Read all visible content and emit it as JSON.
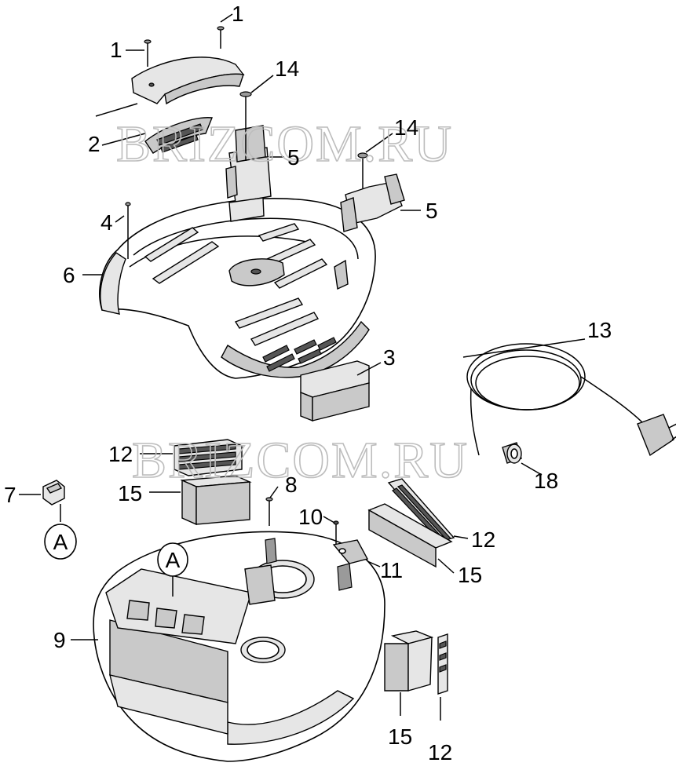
{
  "watermarks": [
    "BRIZCOM.RU",
    "BRIZCOM.RU"
  ],
  "callouts": {
    "c1a": "1",
    "c1b": "1",
    "c2": "2",
    "c3": "3",
    "c4": "4",
    "c5a": "5",
    "c5b": "5",
    "c6": "6",
    "c7": "7",
    "c8": "8",
    "c9": "9",
    "c10": "10",
    "c11": "11",
    "c12a": "12",
    "c12b": "12",
    "c12c": "12",
    "c13": "13",
    "c14a": "14",
    "c14b": "14",
    "c15a": "15",
    "c15b": "15",
    "c15c": "15",
    "c18": "18"
  },
  "markers": {
    "a1": "A",
    "a2": "A"
  }
}
